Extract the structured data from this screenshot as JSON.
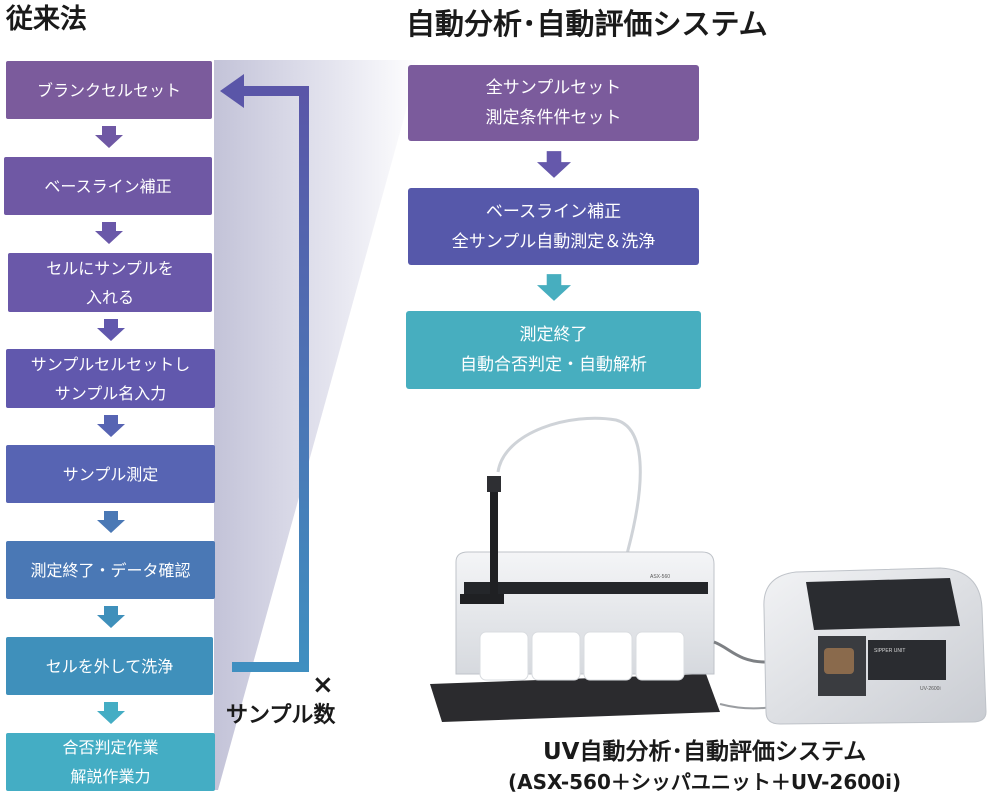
{
  "titles": {
    "left": "従来法",
    "right": "自動分析･自動評価システム"
  },
  "conventional_steps": [
    {
      "lines": [
        "ブランクセルセット"
      ],
      "color": "#7b5b9c"
    },
    {
      "lines": [
        "ベースライン補正"
      ],
      "color": "#6f58a4"
    },
    {
      "lines": [
        "セルにサンプルを",
        "入れる"
      ],
      "color": "#6a58a9"
    },
    {
      "lines": [
        "サンプルセルセットし",
        "サンプル名入力"
      ],
      "color": "#6158ad"
    },
    {
      "lines": [
        "サンプル測定"
      ],
      "color": "#5764b3"
    },
    {
      "lines": [
        "測定終了・データ確認"
      ],
      "color": "#4a78b5"
    },
    {
      "lines": [
        "セルを外して洗浄"
      ],
      "color": "#3f90bb"
    },
    {
      "lines": [
        "合否判定作業",
        "解説作業力"
      ],
      "color": "#44adc4"
    }
  ],
  "loop_note": {
    "times": "×",
    "label": "サンプル数"
  },
  "auto_steps": [
    {
      "lines": [
        "全サンプルセット",
        "測定条件件セット"
      ],
      "color": "#7b5b9c"
    },
    {
      "lines": [
        "ベースライン補正",
        "全サンプル自動測定＆洗浄"
      ],
      "color": "#5658aa"
    },
    {
      "lines": [
        "測定終了",
        "自動合否判定・自動解析"
      ],
      "color": "#47aebf"
    }
  ],
  "caption": {
    "line1": "UV自動分析･自動評価システム",
    "line2": "(ASX-560＋シッパユニット＋UV-2600i)"
  },
  "instrument_labels": {
    "sipper": "SIPPER UNIT",
    "autosampler_model": "ASX-560",
    "spectro_model": "UV-2600i"
  }
}
